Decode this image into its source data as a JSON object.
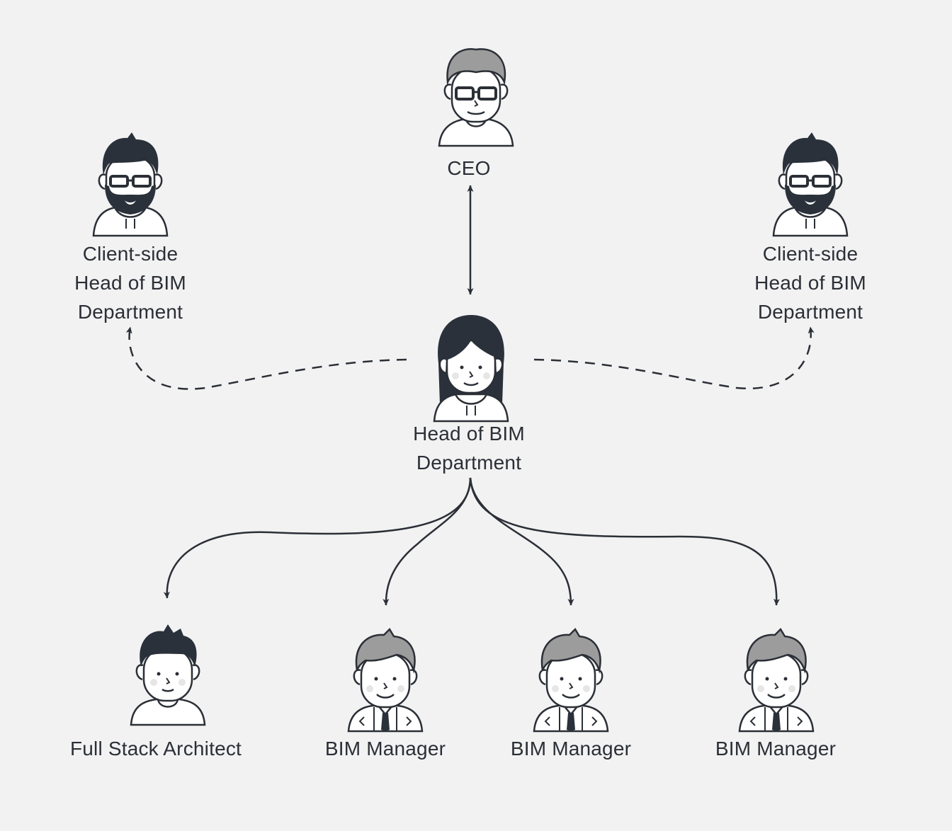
{
  "nodes": {
    "ceo": {
      "label_lines": [
        "CEO"
      ],
      "avatar": "man-glasses-avatar"
    },
    "client_left": {
      "label_lines": [
        "Client-side",
        "Head of BIM",
        "Department"
      ],
      "avatar": "bearded-man-glasses-avatar"
    },
    "client_right": {
      "label_lines": [
        "Client-side",
        "Head of BIM",
        "Department"
      ],
      "avatar": "bearded-man-glasses-avatar"
    },
    "head": {
      "label_lines": [
        "Head of BIM",
        "Department"
      ],
      "avatar": "woman-long-hair-avatar"
    },
    "architect": {
      "label_lines": [
        "Full Stack Architect"
      ],
      "avatar": "young-man-avatar"
    },
    "manager_1": {
      "label_lines": [
        "BIM Manager"
      ],
      "avatar": "man-suit-tie-avatar"
    },
    "manager_2": {
      "label_lines": [
        "BIM Manager"
      ],
      "avatar": "man-suit-tie-avatar"
    },
    "manager_3": {
      "label_lines": [
        "BIM Manager"
      ],
      "avatar": "man-suit-tie-avatar"
    }
  },
  "edges": [
    {
      "from": "ceo",
      "to": "head",
      "style": "solid",
      "direction": "both"
    },
    {
      "from": "head",
      "to": "client_left",
      "style": "dashed",
      "direction": "forward"
    },
    {
      "from": "head",
      "to": "client_right",
      "style": "dashed",
      "direction": "forward"
    },
    {
      "from": "head",
      "to": "architect",
      "style": "solid",
      "direction": "forward"
    },
    {
      "from": "head",
      "to": "manager_1",
      "style": "solid",
      "direction": "forward"
    },
    {
      "from": "head",
      "to": "manager_2",
      "style": "solid",
      "direction": "forward"
    },
    {
      "from": "head",
      "to": "manager_3",
      "style": "solid",
      "direction": "forward"
    }
  ],
  "colors": {
    "background": "#f2f2f2",
    "stroke": "#2b2f36",
    "dark_hair": "#2a313b",
    "grey_hair": "#9c9c9c",
    "skin": "#ffffff"
  }
}
